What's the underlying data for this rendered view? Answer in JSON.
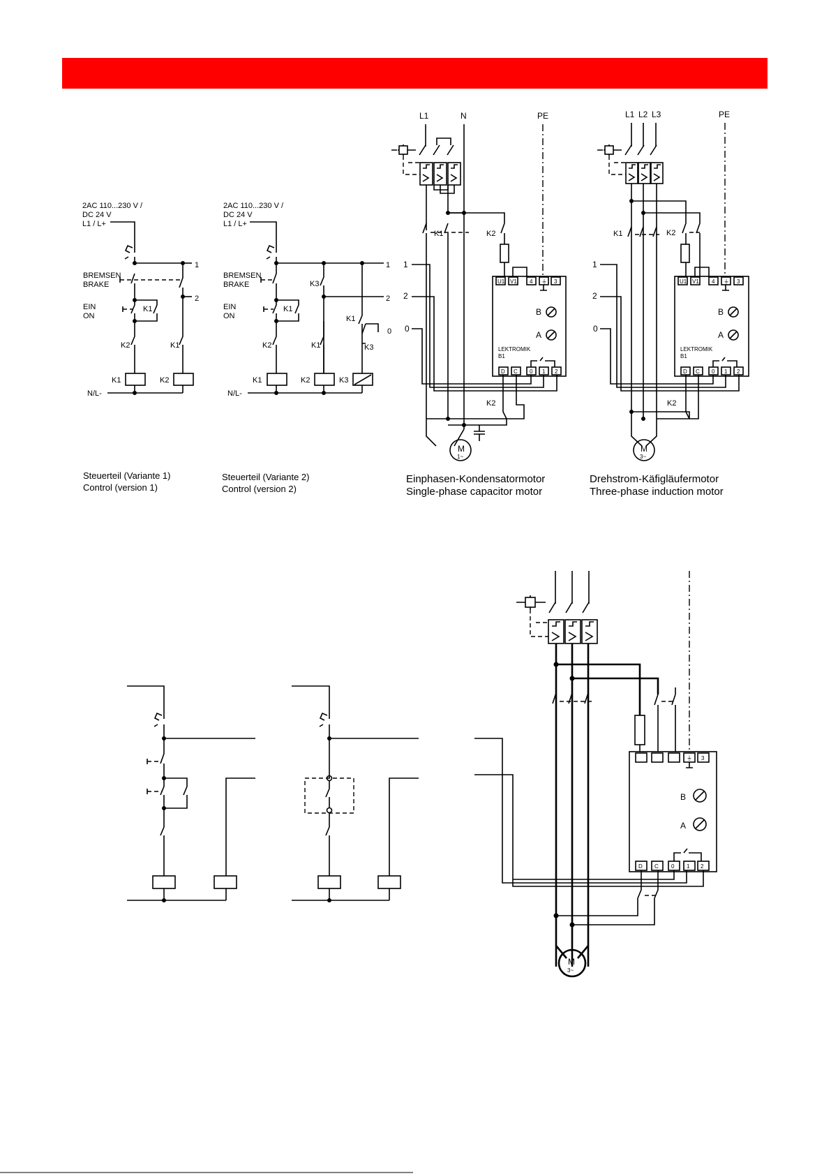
{
  "header": {
    "banner_color": "#ff0000"
  },
  "control_v1": {
    "supply": [
      "2AC  110...230 V /",
      "DC 24 V",
      "L1 / L+"
    ],
    "brake": [
      "BREMSEN",
      "BRAKE"
    ],
    "on": [
      "EIN",
      "ON"
    ],
    "k1": "K1",
    "k2": "K2",
    "neutral": "N/L-",
    "t1": "1",
    "t2": "2",
    "caption": [
      "Steuerteil (Variante 1)",
      "Control (version 1)"
    ]
  },
  "control_v2": {
    "supply": [
      "2AC  110...230 V /",
      "DC 24 V",
      "L1 / L+"
    ],
    "brake": [
      "BREMSEN",
      "BRAKE"
    ],
    "on": [
      "EIN",
      "ON"
    ],
    "k1": "K1",
    "k2": "K2",
    "k3": "K3",
    "neutral": "N/L-",
    "t0": "0",
    "t1": "1",
    "t2": "2",
    "caption": [
      "Steuerteil (Variante 2)",
      "Control (version 2)"
    ]
  },
  "single_phase": {
    "lines": [
      "L1",
      "N",
      "PE"
    ],
    "k1": "K1",
    "k2": "K2",
    "inputs": [
      "1",
      "2",
      "0"
    ],
    "top_terminals": [
      "U1",
      "V1",
      "4",
      "⏚",
      "3"
    ],
    "bottom_terminals": [
      "D",
      "C",
      "0",
      "1",
      "2"
    ],
    "pots": [
      "B",
      "A"
    ],
    "device": [
      "LEKTROMIK",
      "B1"
    ],
    "motor": [
      "M",
      "1~"
    ],
    "caption": [
      "Einphasen-Kondensatormotor",
      "Single-phase capacitor motor"
    ]
  },
  "three_phase": {
    "lines": [
      "L1",
      "L2",
      "L3",
      "PE"
    ],
    "k1": "K1",
    "k2": "K2",
    "inputs": [
      "1",
      "2",
      "0"
    ],
    "top_terminals": [
      "U1",
      "V1",
      "4",
      "⏚",
      "3"
    ],
    "bottom_terminals": [
      "D",
      "C",
      "0",
      "1",
      "2"
    ],
    "pots": [
      "B",
      "A"
    ],
    "device": [
      "LEKTROMIK",
      "B1"
    ],
    "motor": [
      "M",
      "3~"
    ],
    "caption": [
      "Drehstrom-Käfigläufermotor",
      "Three-phase induction motor"
    ]
  },
  "bottom_circuit": {
    "top_terminals": [
      "⏚",
      "3"
    ],
    "bottom_terminals": [
      "D",
      "C",
      "0",
      "1",
      "2"
    ],
    "pots": [
      "B",
      "A"
    ],
    "motor": [
      "M",
      "3~"
    ]
  }
}
